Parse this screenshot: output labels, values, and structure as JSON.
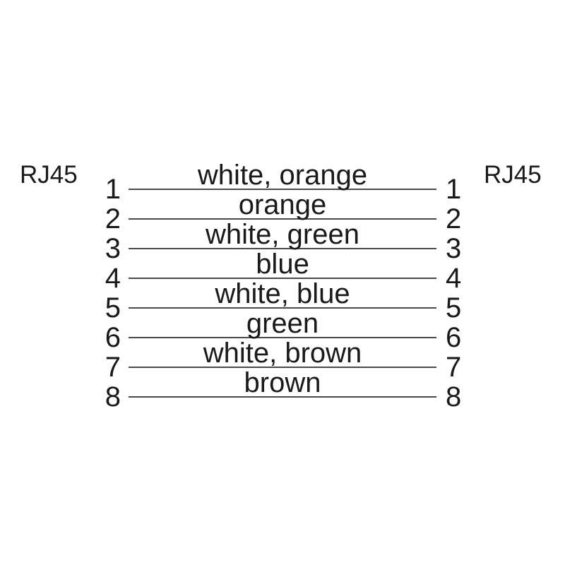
{
  "diagram": {
    "left_connector": "RJ45",
    "right_connector": "RJ45",
    "rows": [
      {
        "left_pin": "1",
        "label": "white, orange",
        "right_pin": "1"
      },
      {
        "left_pin": "2",
        "label": "orange",
        "right_pin": "2"
      },
      {
        "left_pin": "3",
        "label": "white, green",
        "right_pin": "3"
      },
      {
        "left_pin": "4",
        "label": "blue",
        "right_pin": "4"
      },
      {
        "left_pin": "5",
        "label": "white, blue",
        "right_pin": "5"
      },
      {
        "left_pin": "6",
        "label": "green",
        "right_pin": "6"
      },
      {
        "left_pin": "7",
        "label": "white, brown",
        "right_pin": "7"
      },
      {
        "left_pin": "8",
        "label": "brown",
        "right_pin": "8"
      }
    ],
    "colors": {
      "text": "#1a1a1a",
      "line": "#4a4a4a",
      "background": "#ffffff"
    }
  }
}
